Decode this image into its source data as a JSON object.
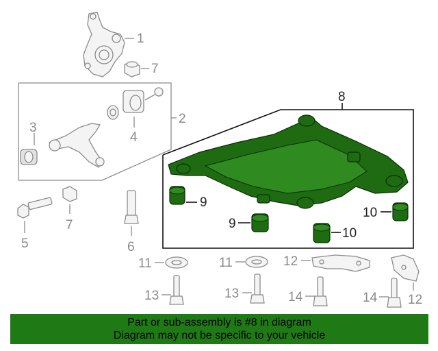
{
  "callouts": {
    "c1": "1",
    "c2": "2",
    "c3": "3",
    "c4": "4",
    "c5": "5",
    "c6": "6",
    "c7a": "7",
    "c7b": "7",
    "c8": "8",
    "c9a": "9",
    "c9b": "9",
    "c10a": "10",
    "c10b": "10",
    "c11a": "11",
    "c11b": "11",
    "c12a": "12",
    "c12b": "12",
    "c13a": "13",
    "c13b": "13",
    "c14a": "14",
    "c14b": "14"
  },
  "highlight_color": "#1e6b12",
  "banner_color": "#1f7a16",
  "footer": {
    "line1": "Part or sub-assembly is #8 in diagram",
    "line2": "Diagram may not be specific to your vehicle"
  }
}
